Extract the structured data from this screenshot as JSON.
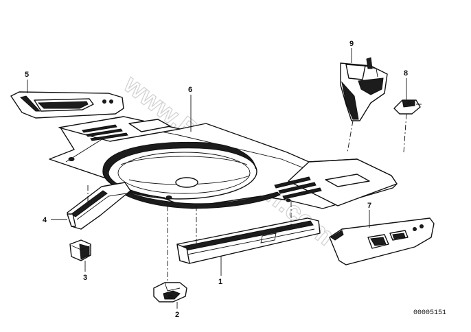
{
  "watermark": "www.BMW-stoff.com",
  "drawing_number": "00005151",
  "callouts": {
    "c1": "1",
    "c2": "2",
    "c3": "3",
    "c4": "4",
    "c5": "5",
    "c6": "6",
    "c7": "7",
    "c8": "8",
    "c9": "9"
  }
}
